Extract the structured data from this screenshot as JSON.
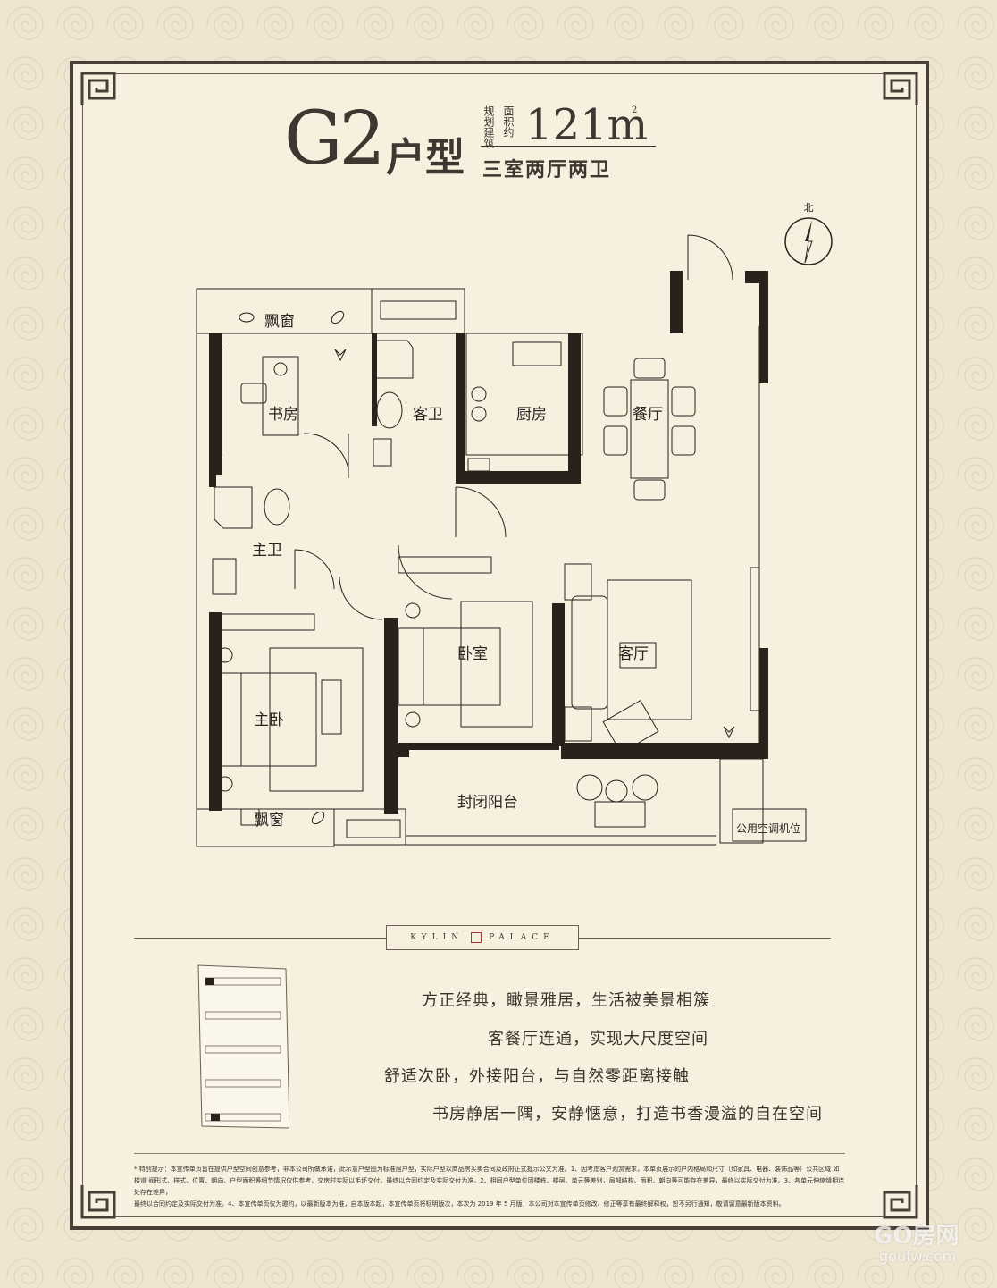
{
  "header": {
    "unit_code": "G2",
    "unit_type_suffix": "户型",
    "area_label_left": "规划建筑",
    "area_label_right": "面积约",
    "area_value": "121m",
    "area_unit_sup": "2",
    "room_config": "三室两厅两卫"
  },
  "compass": {
    "north_label": "北"
  },
  "plan": {
    "rooms": {
      "bay_window_top": "飘窗",
      "study": "书房",
      "guest_bath": "客卫",
      "kitchen": "厨房",
      "dining": "餐厅",
      "master_bath": "主卫",
      "bedroom": "卧室",
      "living": "客厅",
      "master_bedroom": "主卧",
      "bay_window_bottom": "飘窗",
      "enclosed_balcony": "封闭阳台",
      "ac_platform": "公用空调机位"
    }
  },
  "brand": {
    "left": "KYLIN",
    "right": "PALACE"
  },
  "slogans": [
    "方正经典，瞰景雅居，生活被美景相簇",
    "客餐厅连通，实现大尺度空间",
    "舒适次卧，外接阳台，与自然零距离接触",
    "书房静居一隅，安静惬意，打造书香漫溢的自在空间"
  ],
  "disclaimer": [
    "* 特别提示：本宣传单页旨在提供户型空间创意参考，非本公司所做承诺，此示意户型图为标准层户型，实际户型以商品房买卖合同及政府正式批示公文为准。1、因考虑客户观赏需求，本单页展示的户内格局和尺寸（如家具、电器、装饰品等）公共区域 如",
    "楼道 阀形式、样式、位置、朝向、户型面积等细节情况仅供参考，交房时实际以毛坯交付，最终以合同约定及实际交付为准。2、相同户型单位因楼栋、楼层、单元等差别，局部结构、面积、朝向等可能存在差异，最终以实际交付为准。3、各单元伸缩缝相连处存在差异，",
    "最终以合同约定及实际交付为准。4、本宣传单页仅为邀约，以最新版本为准，自本版本起，本宣传单页将标明版次，本次为 2019 年 5 月版，本公司对本宣传单页修改、修正等享有最终解释权，恕不另行通知，敬请留意最新版本资料。"
  ],
  "watermark": {
    "logo": "GO房网",
    "url": "goufw.com"
  },
  "colors": {
    "frame": "#4a3f37",
    "paper": "#f7f0df",
    "wall": "#2a211c",
    "seal": "#aa3333"
  }
}
